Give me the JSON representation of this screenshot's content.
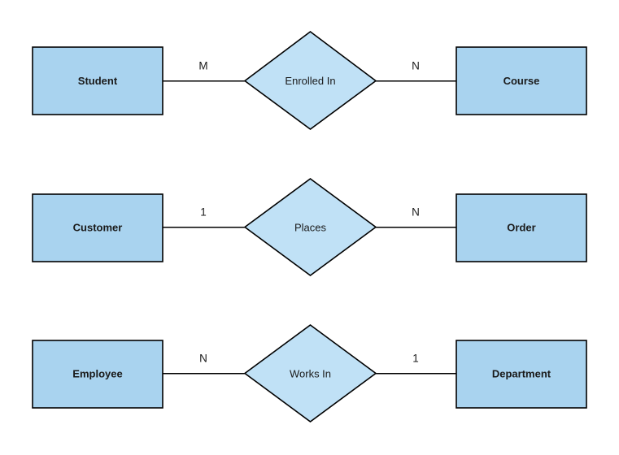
{
  "diagram": {
    "type": "entity-relationship-diagram",
    "background_color": "#ffffff",
    "entity_fill": "#a9d3ef",
    "relationship_fill": "#c0e1f6",
    "stroke_color": "#000000",
    "relationships": [
      {
        "left_entity": "Student",
        "relationship": "Enrolled In",
        "right_entity": "Course",
        "left_cardinality": "M",
        "right_cardinality": "N"
      },
      {
        "left_entity": "Customer",
        "relationship": "Places",
        "right_entity": "Order",
        "left_cardinality": "1",
        "right_cardinality": "N"
      },
      {
        "left_entity": "Employee",
        "relationship": "Works In",
        "right_entity": "Department",
        "left_cardinality": "N",
        "right_cardinality": "1"
      }
    ]
  }
}
